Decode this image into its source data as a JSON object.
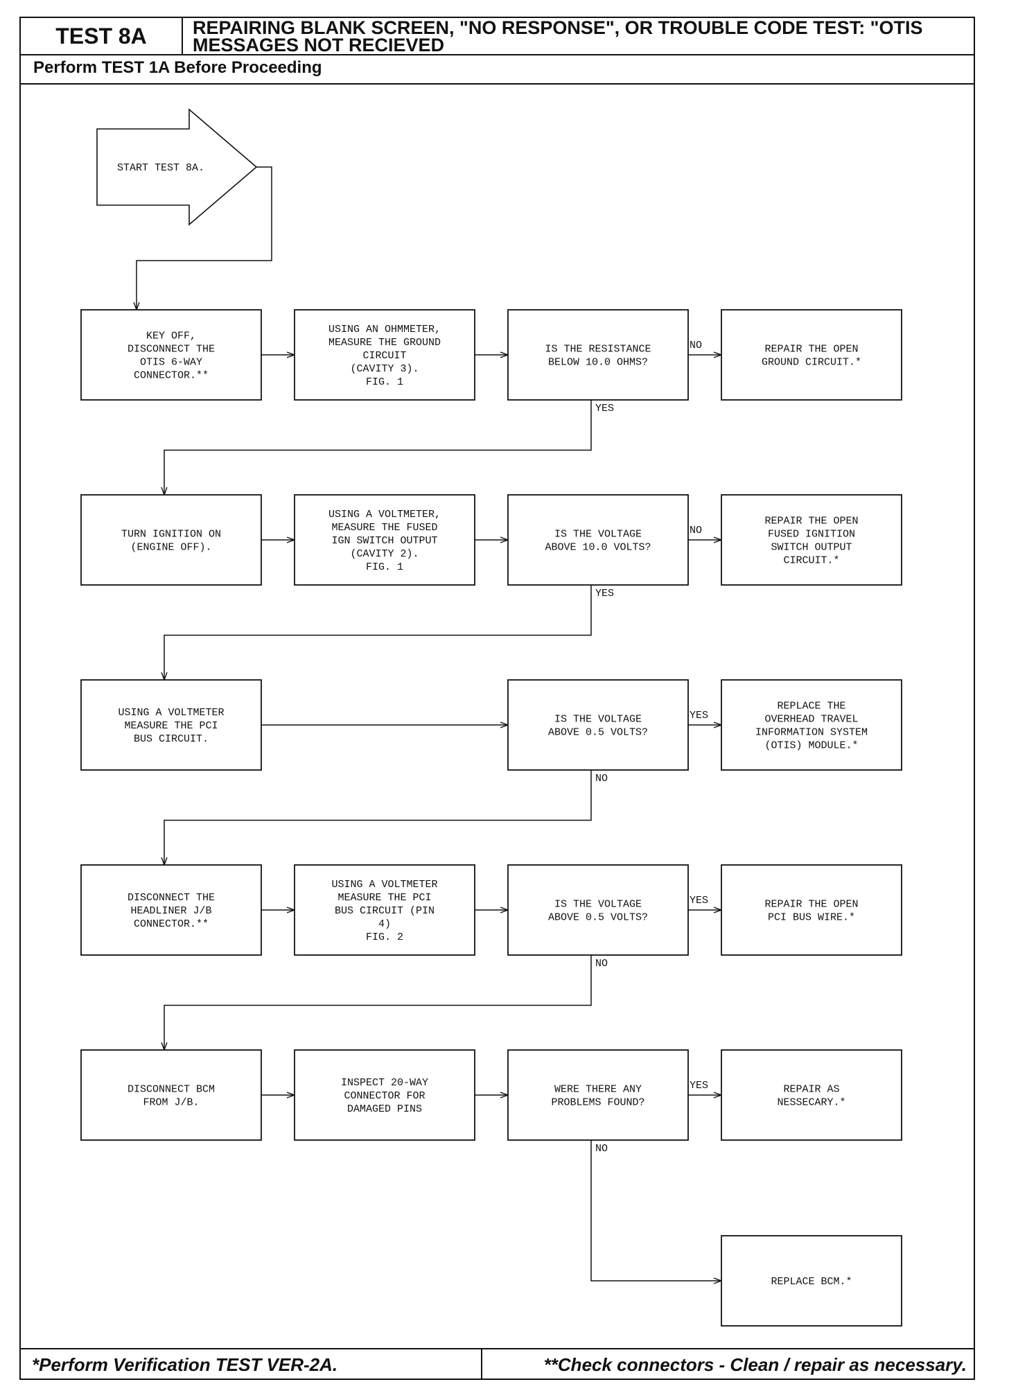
{
  "header": {
    "test_id": "TEST 8A",
    "title": "REPAIRING BLANK SCREEN, \"NO RESPONSE\", OR TROUBLE CODE TEST: \"OTIS MESSAGES NOT RECIEVED",
    "subtitle": "Perform TEST 1A Before Proceeding"
  },
  "footer": {
    "left": "*Perform Verification TEST VER-2A.",
    "right": "**Check connectors - Clean / repair as necessary."
  },
  "nodes": [
    {
      "id": "start",
      "shape": "arrow",
      "text": "START TEST 8A."
    },
    {
      "id": "r1a",
      "shape": "box",
      "text": "KEY OFF,\nDISCONNECT THE\nOTIS 6-WAY\nCONNECTOR.**"
    },
    {
      "id": "r1b",
      "shape": "box",
      "text": "USING AN OHMMETER,\nMEASURE THE GROUND\nCIRCUIT\n(CAVITY 3).\nFIG. 1"
    },
    {
      "id": "r1c",
      "shape": "box",
      "text": "IS THE RESISTANCE\nBELOW 10.0 OHMS?"
    },
    {
      "id": "r1d",
      "shape": "box",
      "text": "REPAIR THE OPEN\nGROUND CIRCUIT.*"
    },
    {
      "id": "r2a",
      "shape": "box",
      "text": "TURN IGNITION ON\n(ENGINE OFF)."
    },
    {
      "id": "r2b",
      "shape": "box",
      "text": "USING A VOLTMETER,\nMEASURE THE FUSED\nIGN SWITCH OUTPUT\n(CAVITY 2).\nFIG. 1"
    },
    {
      "id": "r2c",
      "shape": "box",
      "text": "IS THE VOLTAGE\nABOVE 10.0 VOLTS?"
    },
    {
      "id": "r2d",
      "shape": "box",
      "text": "REPAIR THE OPEN\nFUSED IGNITION\nSWITCH OUTPUT\nCIRCUIT.*"
    },
    {
      "id": "r3a",
      "shape": "box",
      "text": "USING A VOLTMETER\nMEASURE THE PCI\nBUS CIRCUIT."
    },
    {
      "id": "r3c",
      "shape": "box",
      "text": "IS THE VOLTAGE\nABOVE 0.5 VOLTS?"
    },
    {
      "id": "r3d",
      "shape": "box",
      "text": "REPLACE THE\nOVERHEAD TRAVEL\nINFORMATION SYSTEM\n(OTIS) MODULE.*"
    },
    {
      "id": "r4a",
      "shape": "box",
      "text": "DISCONNECT THE\nHEADLINER J/B\nCONNECTOR.**"
    },
    {
      "id": "r4b",
      "shape": "box",
      "text": "USING A VOLTMETER\nMEASURE THE PCI\nBUS CIRCUIT (PIN\n4)\nFIG. 2"
    },
    {
      "id": "r4c",
      "shape": "box",
      "text": "IS THE VOLTAGE\nABOVE 0.5 VOLTS?"
    },
    {
      "id": "r4d",
      "shape": "box",
      "text": "REPAIR THE OPEN\nPCI BUS WIRE.*"
    },
    {
      "id": "r5a",
      "shape": "box",
      "text": "DISCONNECT BCM\nFROM J/B."
    },
    {
      "id": "r5b",
      "shape": "box",
      "text": "INSPECT 20-WAY\nCONNECTOR FOR\nDAMAGED PINS"
    },
    {
      "id": "r5c",
      "shape": "box",
      "text": "WERE THERE ANY\nPROBLEMS FOUND?"
    },
    {
      "id": "r5d",
      "shape": "box",
      "text": "REPAIR AS\nNESSECARY.*"
    },
    {
      "id": "r6d",
      "shape": "box",
      "text": "REPLACE BCM.*"
    }
  ],
  "edges": [
    {
      "from": "start",
      "to": "r1a",
      "label": ""
    },
    {
      "from": "r1a",
      "to": "r1b",
      "label": ""
    },
    {
      "from": "r1b",
      "to": "r1c",
      "label": ""
    },
    {
      "from": "r1c",
      "to": "r1d",
      "label": "NO"
    },
    {
      "from": "r1c",
      "to": "r2a",
      "label": "YES"
    },
    {
      "from": "r2a",
      "to": "r2b",
      "label": ""
    },
    {
      "from": "r2b",
      "to": "r2c",
      "label": ""
    },
    {
      "from": "r2c",
      "to": "r2d",
      "label": "NO"
    },
    {
      "from": "r2c",
      "to": "r3a",
      "label": "YES"
    },
    {
      "from": "r3a",
      "to": "r3c",
      "label": ""
    },
    {
      "from": "r3c",
      "to": "r3d",
      "label": "YES"
    },
    {
      "from": "r3c",
      "to": "r4a",
      "label": "NO"
    },
    {
      "from": "r4a",
      "to": "r4b",
      "label": ""
    },
    {
      "from": "r4b",
      "to": "r4c",
      "label": ""
    },
    {
      "from": "r4c",
      "to": "r4d",
      "label": "YES"
    },
    {
      "from": "r4c",
      "to": "r5a",
      "label": "NO"
    },
    {
      "from": "r5a",
      "to": "r5b",
      "label": ""
    },
    {
      "from": "r5b",
      "to": "r5c",
      "label": ""
    },
    {
      "from": "r5c",
      "to": "r5d",
      "label": "YES"
    },
    {
      "from": "r5c",
      "to": "r6d",
      "label": "NO"
    }
  ]
}
